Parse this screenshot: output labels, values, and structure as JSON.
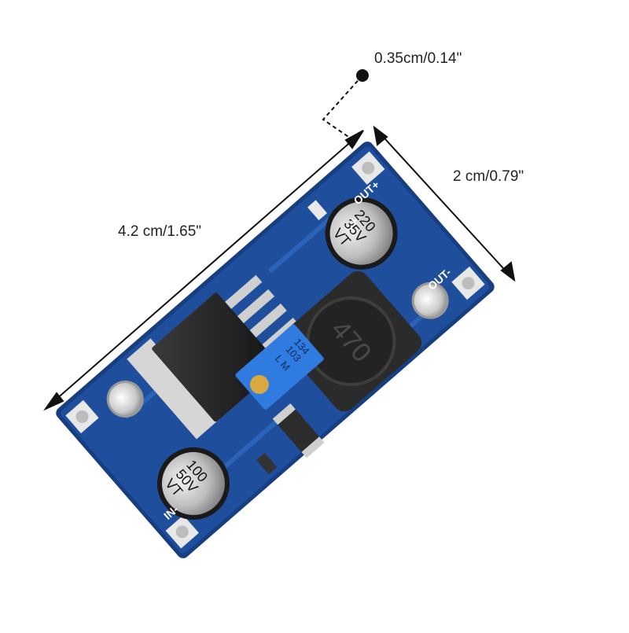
{
  "dimensions": {
    "hole_offset": "0.35cm/0.14\"",
    "width": "2 cm/0.79\"",
    "length": "4.2 cm/1.65\""
  },
  "board": {
    "silkscreen": {
      "out_plus": "OUT+",
      "out_minus": "OUT-",
      "in_minus": "IN-",
      "plus_mark": "+"
    },
    "input_capacitor": {
      "line1": "100",
      "line2": "50V",
      "line3": "VT"
    },
    "output_capacitor": {
      "line1": "220",
      "line2": "35V",
      "line3": "VT"
    },
    "inductor_marking": "470",
    "trimmer_marking": {
      "line1": "103",
      "line2": "134",
      "line3": "L M"
    }
  },
  "colors": {
    "pcb": "#1f4f9c",
    "pcb_edge": "#163e80",
    "trimmer": "#2f7be0",
    "inductor": "#2b2b2b",
    "capacitor": "#c8c8c8"
  }
}
